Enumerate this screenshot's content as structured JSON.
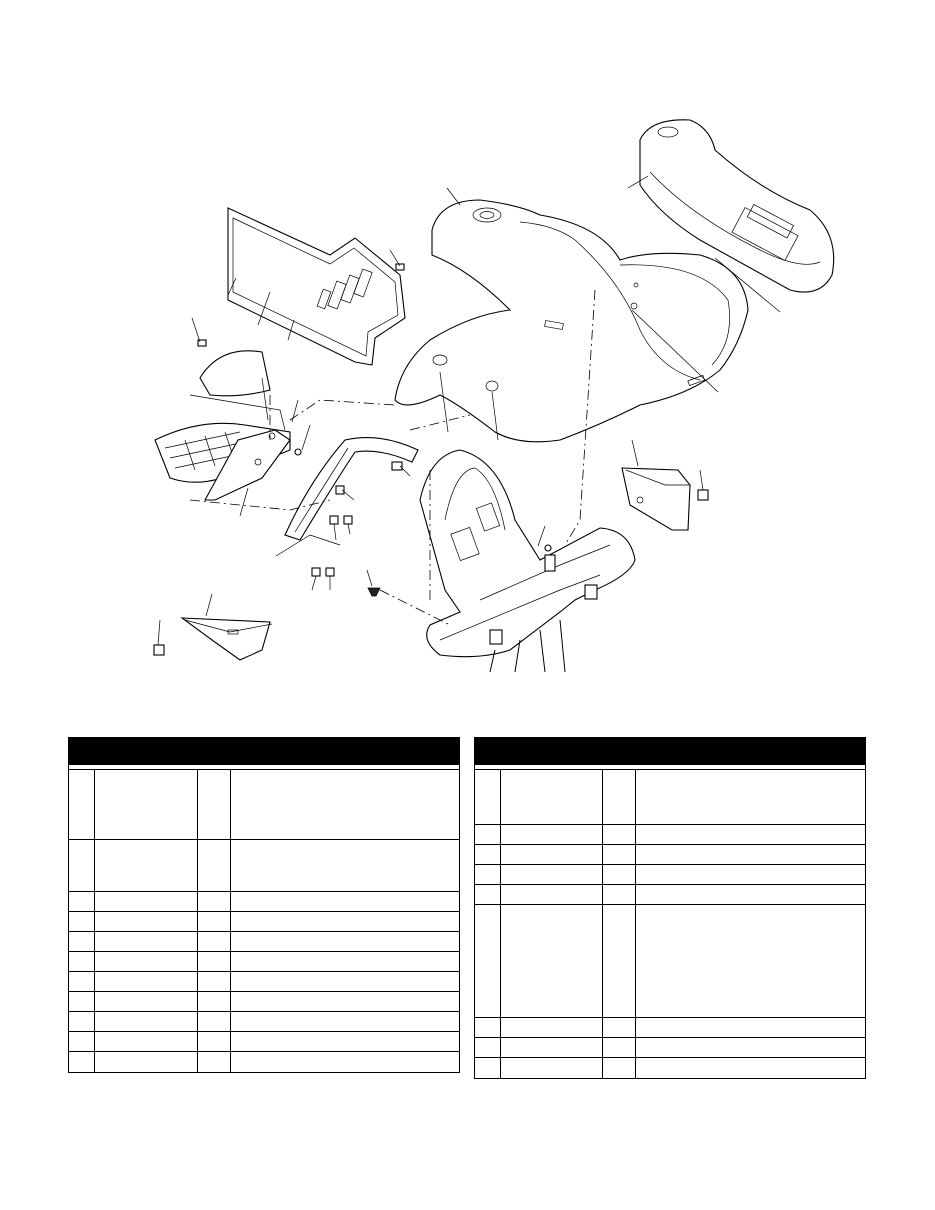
{
  "figure": {
    "kind": "exploded-parts-diagram",
    "subject": "fenders-and-frame-assembly"
  },
  "tables": {
    "left": {
      "columns": 4,
      "rows": [
        {
          "height": 70
        },
        {
          "height": 52
        },
        {
          "height": 20
        },
        {
          "height": 20
        },
        {
          "height": 20
        },
        {
          "height": 20
        },
        {
          "height": 20
        },
        {
          "height": 20
        },
        {
          "height": 20
        },
        {
          "height": 20
        },
        {
          "height": 20
        }
      ]
    },
    "right": {
      "columns": 4,
      "rows": [
        {
          "height": 55
        },
        {
          "height": 20
        },
        {
          "height": 20
        },
        {
          "height": 20
        },
        {
          "height": 20
        },
        {
          "height": 113
        },
        {
          "height": 20
        },
        {
          "height": 20
        },
        {
          "height": 20
        }
      ]
    }
  }
}
